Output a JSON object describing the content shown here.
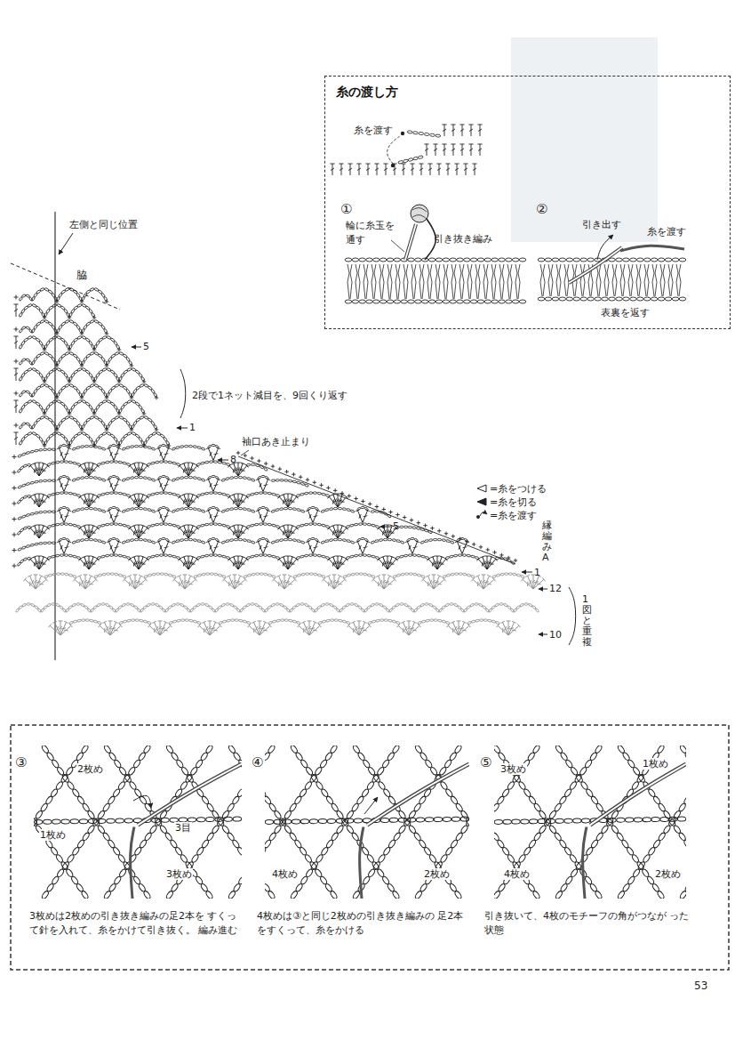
{
  "diagram": {
    "nodes": [
      {
        "text": [
          "糸の渡し方"
        ]
      }
    ],
    "labels": [
      "糸を渡す",
      "①",
      "輪に糸玉を 通す",
      "引き抜き編み",
      "②",
      "引き出す",
      "糸を渡す",
      "表裏を返す",
      "左側と同じ位置",
      "脇",
      "5",
      "2段で1ネット減目を、9回くり返す",
      "1",
      "袖口あき止まり",
      "8",
      "5",
      "1",
      "12",
      "10",
      "縁編みA",
      "1図と重複",
      "③",
      "2枚め",
      "1枚め",
      "3目",
      "3枚め",
      "3枚めは2枚めの引き抜き編みの足2本を すくって針を入れて、糸をかけて引き抜く。 編み進む",
      "④",
      "4枚め",
      "2枚め",
      "4枚めは③と同じ2枚めの引き抜き編みの 足2本をすくって、糸をかける",
      "⑤",
      "3枚め",
      "1枚め",
      "4枚め",
      "2枚め",
      "引き抜いて、4枚のモチーフの角がつなが った状態",
      "53"
    ],
    "legend": [
      {
        "text": "=糸をつける"
      },
      {
        "text": "=糸を切る"
      },
      {
        "text": "=糸を渡す"
      }
    ]
  }
}
